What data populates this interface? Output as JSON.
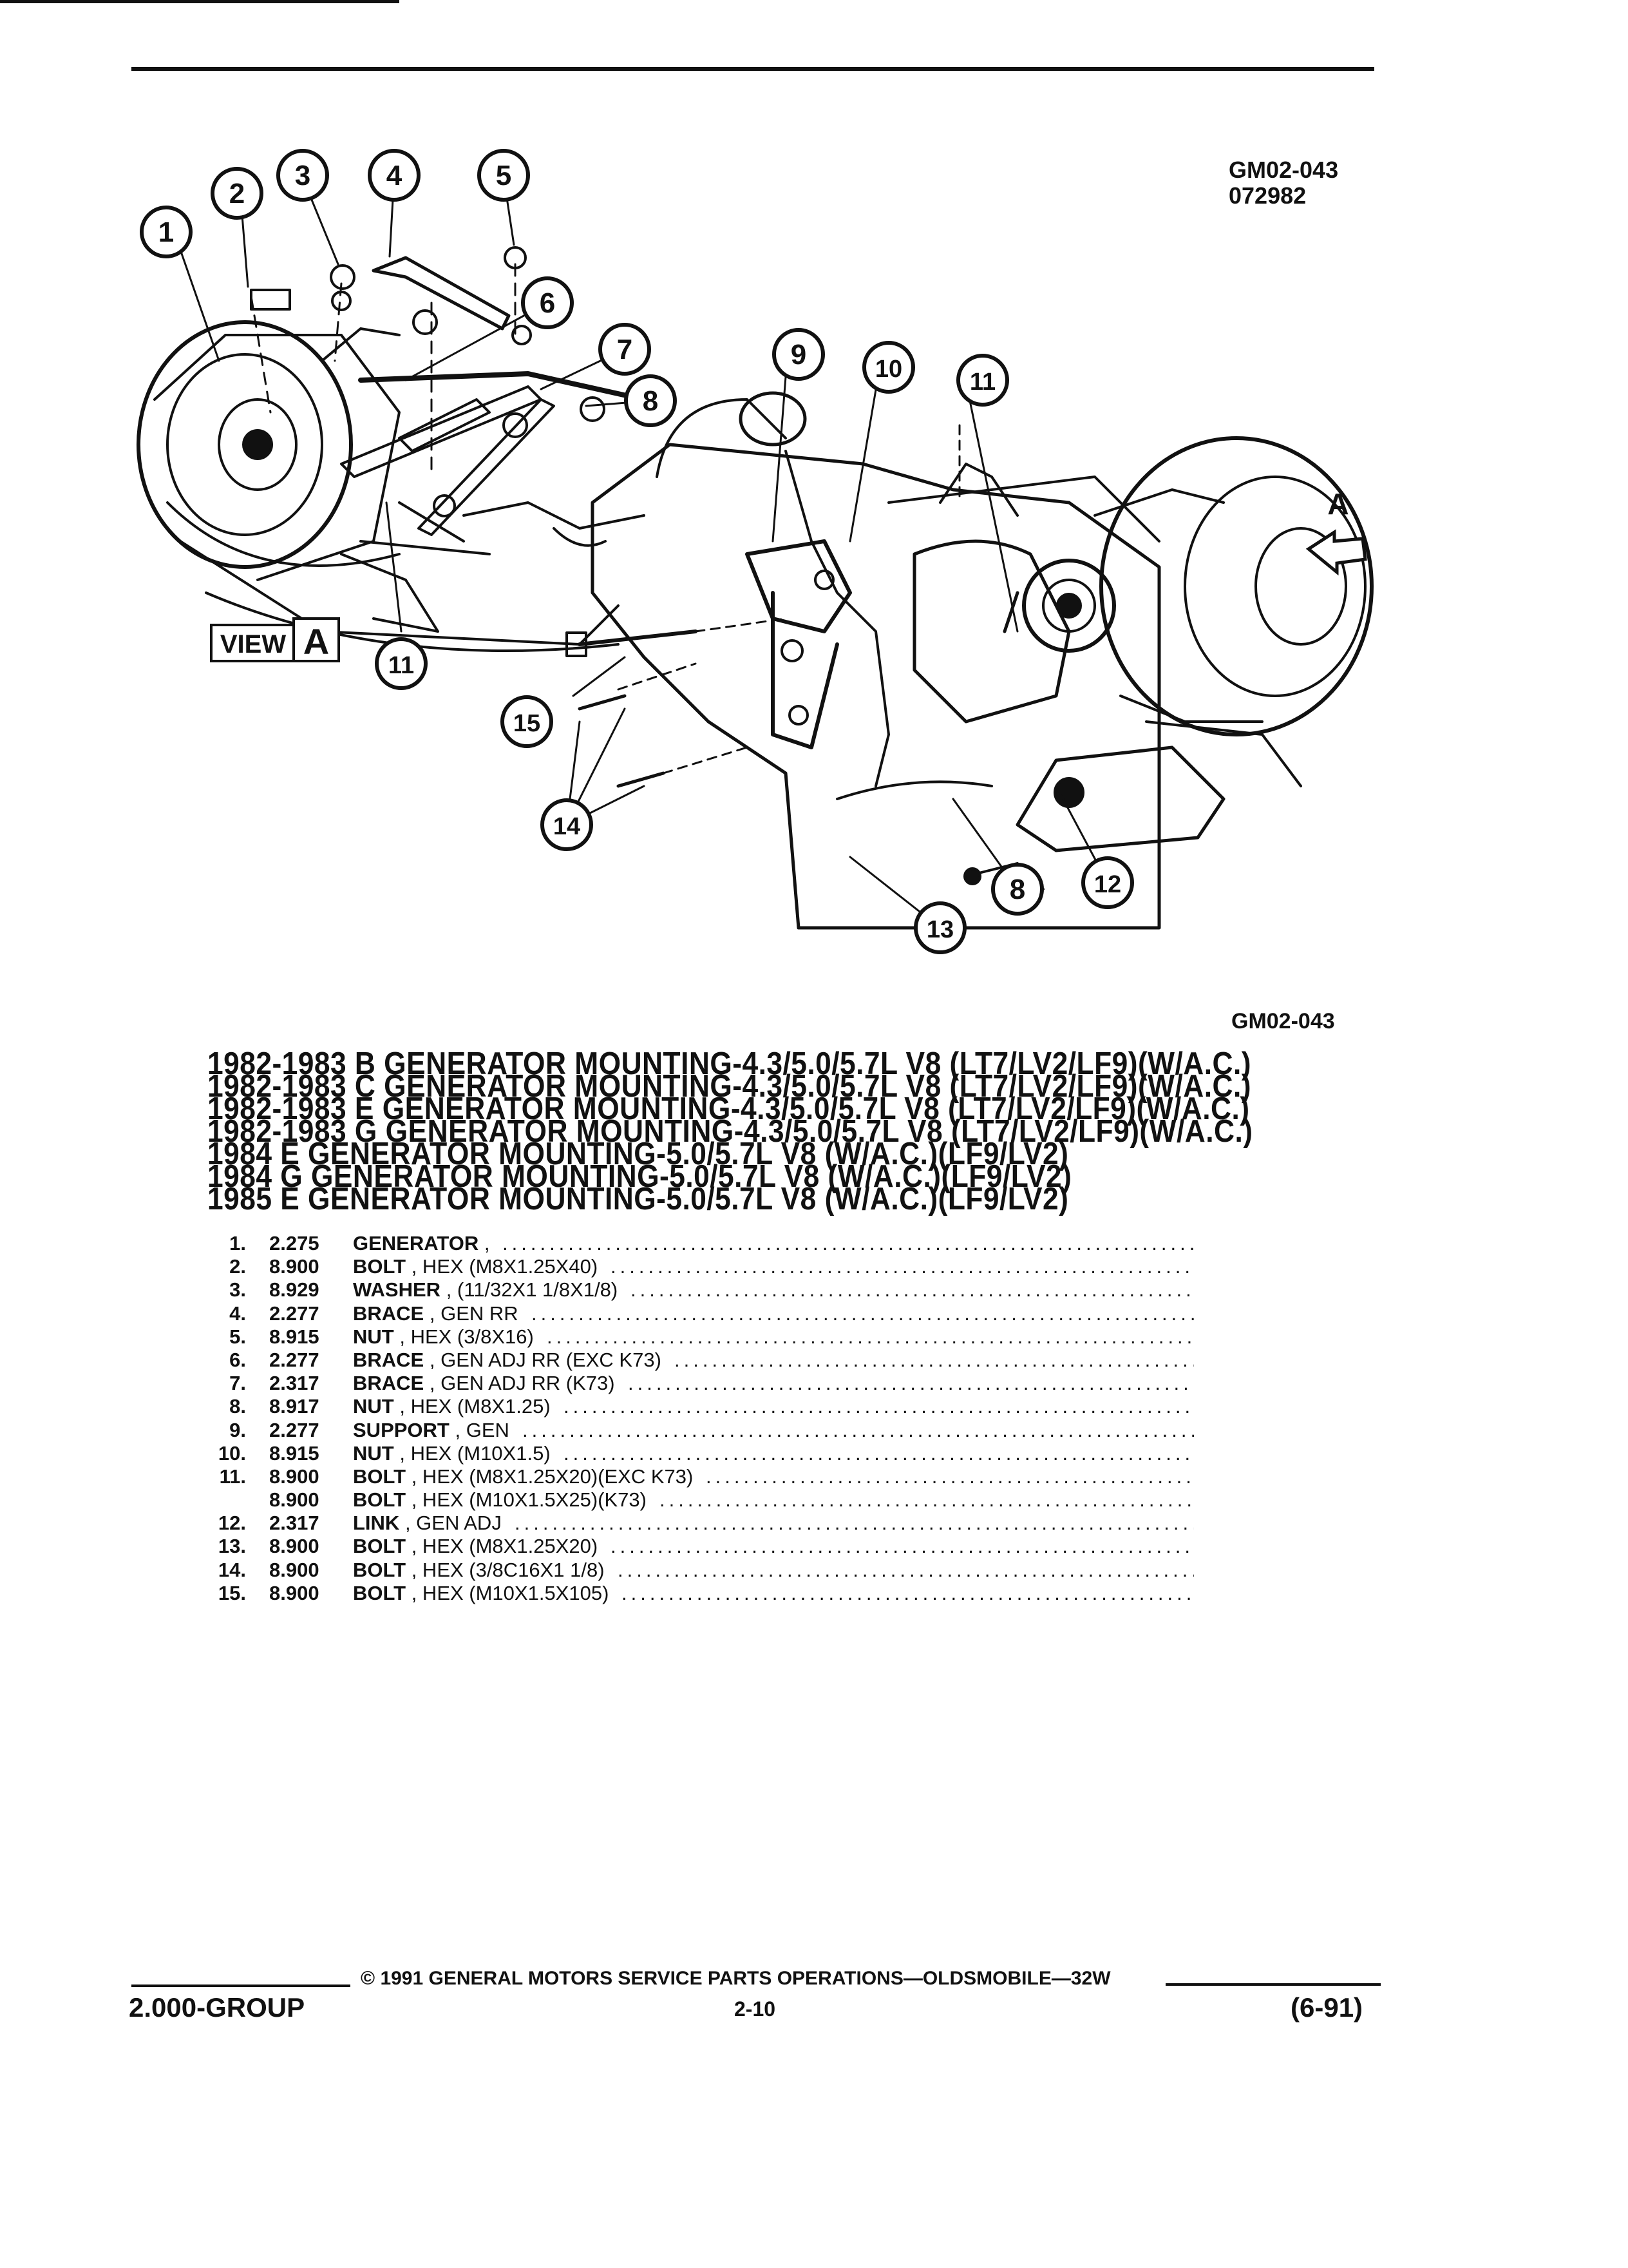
{
  "figure": {
    "code": "GM02-043",
    "date_code": "072982",
    "code_bottom": "GM02-043",
    "view_label_prefix": "VIEW",
    "view_label_letter": "A",
    "view_arrow_letter": "A",
    "callouts": [
      "1",
      "2",
      "3",
      "4",
      "5",
      "6",
      "7",
      "8",
      "9",
      "10",
      "11",
      "11",
      "15",
      "14",
      "8",
      "12",
      "13"
    ]
  },
  "headings": [
    "1982-1983 B GENERATOR MOUNTING-4.3/5.0/5.7L V8 (LT7/LV2/LF9)(W/A.C.)",
    "1982-1983 C GENERATOR MOUNTING-4.3/5.0/5.7L V8 (LT7/LV2/LF9)(W/A.C.)",
    "1982-1983 E GENERATOR MOUNTING-4.3/5.0/5.7L V8 (LT7/LV2/LF9)(W/A.C.)",
    "1982-1983 G GENERATOR MOUNTING-4.3/5.0/5.7L V8 (LT7/LV2/LF9)(W/A.C.)",
    "1984 E GENERATOR MOUNTING-5.0/5.7L V8 (W/A.C.)(LF9/LV2)",
    "1984 G GENERATOR MOUNTING-5.0/5.7L V8 (W/A.C.)(LF9/LV2)",
    "1985 E GENERATOR MOUNTING-5.0/5.7L V8 (W/A.C.)(LF9/LV2)"
  ],
  "parts": [
    {
      "num": "1.",
      "code": "2.275",
      "name": "GENERATOR",
      "detail": ","
    },
    {
      "num": "2.",
      "code": "8.900",
      "name": "BOLT",
      "detail": ", HEX (M8X1.25X40)"
    },
    {
      "num": "3.",
      "code": "8.929",
      "name": "WASHER",
      "detail": ", (11/32X1 1/8X1/8)"
    },
    {
      "num": "4.",
      "code": "2.277",
      "name": "BRACE",
      "detail": ", GEN RR"
    },
    {
      "num": "5.",
      "code": "8.915",
      "name": "NUT",
      "detail": ", HEX (3/8X16)"
    },
    {
      "num": "6.",
      "code": "2.277",
      "name": "BRACE",
      "detail": ", GEN ADJ RR (EXC K73)"
    },
    {
      "num": "7.",
      "code": "2.317",
      "name": "BRACE",
      "detail": ", GEN ADJ RR (K73)"
    },
    {
      "num": "8.",
      "code": "8.917",
      "name": "NUT",
      "detail": ", HEX (M8X1.25)"
    },
    {
      "num": "9.",
      "code": "2.277",
      "name": "SUPPORT",
      "detail": ", GEN"
    },
    {
      "num": "10.",
      "code": "8.915",
      "name": "NUT",
      "detail": ", HEX (M10X1.5)"
    },
    {
      "num": "11.",
      "code": "8.900",
      "name": "BOLT",
      "detail": ", HEX (M8X1.25X20)(EXC K73)"
    },
    {
      "num": "",
      "code": "8.900",
      "name": "BOLT",
      "detail": ", HEX (M10X1.5X25)(K73)"
    },
    {
      "num": "12.",
      "code": "2.317",
      "name": "LINK",
      "detail": ", GEN ADJ"
    },
    {
      "num": "13.",
      "code": "8.900",
      "name": "BOLT",
      "detail": ", HEX (M8X1.25X20)"
    },
    {
      "num": "14.",
      "code": "8.900",
      "name": "BOLT",
      "detail": ", HEX (3/8C16X1 1/8)"
    },
    {
      "num": "15.",
      "code": "8.900",
      "name": "BOLT",
      "detail": ", HEX (M10X1.5X105)"
    }
  ],
  "footer": {
    "copyright": "© 1991 GENERAL MOTORS SERVICE PARTS OPERATIONS—OLDSMOBILE—32W",
    "group": "2.000-GROUP",
    "page": "2-10",
    "date": "(6-91)"
  }
}
